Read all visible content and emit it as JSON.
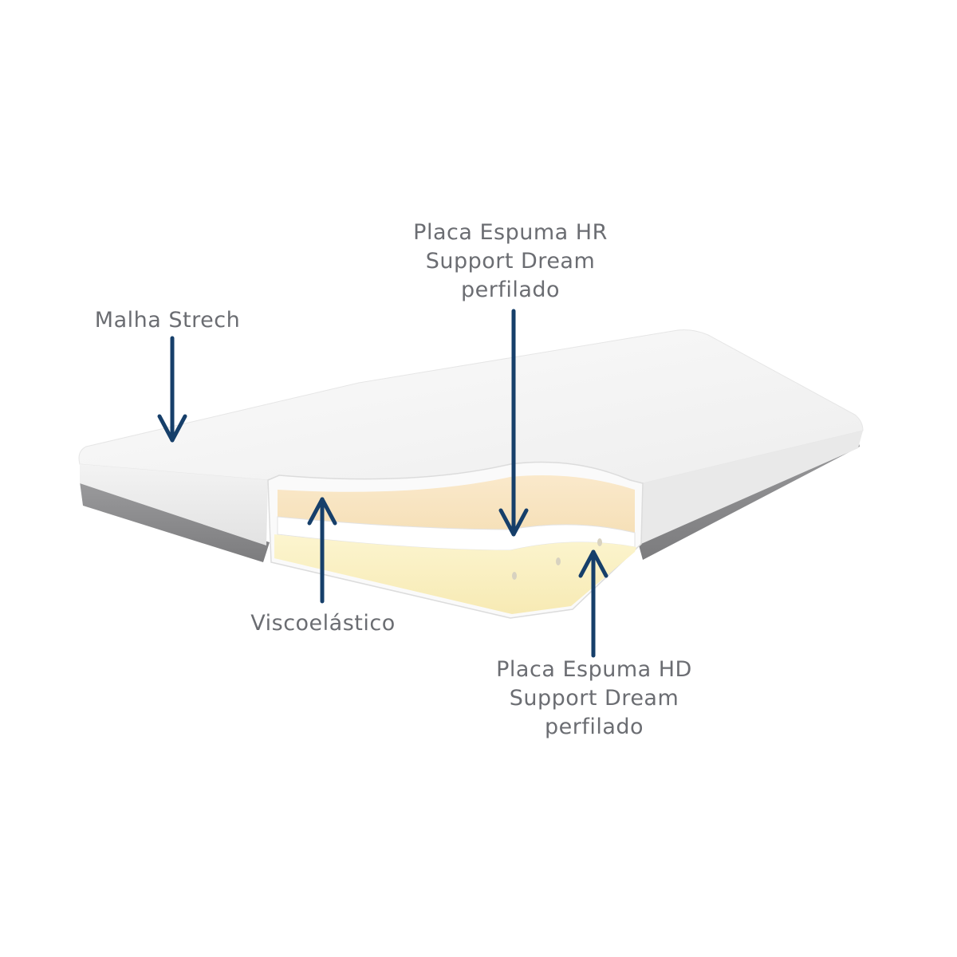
{
  "labels": {
    "malha": [
      "Malha Strech"
    ],
    "hr": [
      "Placa Espuma HR",
      "Support Dream",
      "perfilado"
    ],
    "visco": [
      "Viscoelástico"
    ],
    "hd": [
      "Placa Espuma HD",
      "Support Dream",
      "perfilado"
    ]
  },
  "colors": {
    "arrow": "#163f6a",
    "label_text": "#6b6d72",
    "cover": "#f4f4f4",
    "base": "#8a8a8c",
    "visco_layer": "#f8e6c4",
    "hd_layer": "#fbf3c8"
  }
}
